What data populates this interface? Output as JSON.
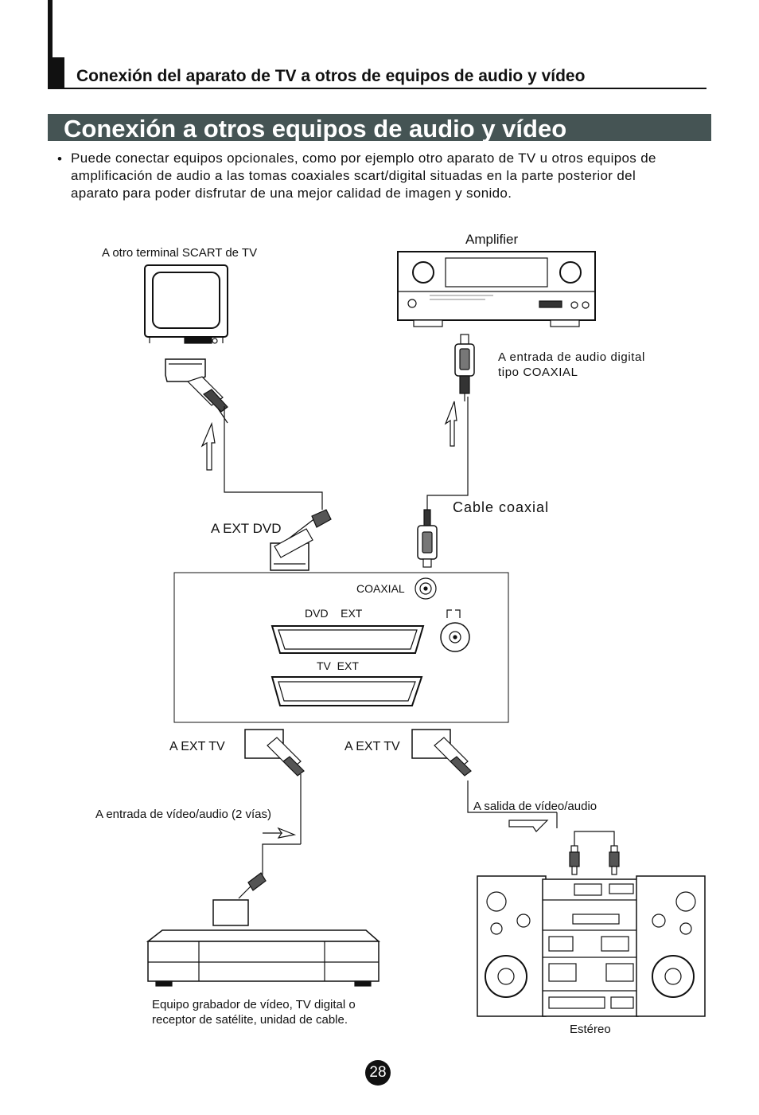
{
  "header": {
    "section_title": "Conexión del aparato de TV a otros de equipos de audio y vídeo",
    "page_title": "Conexión a otros equipos de audio y vídeo"
  },
  "intro": {
    "bullet": "•",
    "text": "Puede conectar equipos opcionales, como por ejemplo otro aparato de TV u otros equipos de amplificación de audio a las tomas coaxiales scart/digital situadas en la parte posterior del aparato para poder disfrutar de una mejor calidad de imagen y sonido."
  },
  "labels": {
    "tv_scart": "A otro terminal SCART de TV",
    "amplifier": "Amplifier",
    "digital_audio_in": "A entrada de audio digital\ntipo COAXIAL",
    "coax_cable": "Cable coaxial",
    "ext_dvd": "A EXT DVD",
    "coaxial_jack": "COAXIAL",
    "dvd_ext": "DVD    EXT",
    "tv_ext": "TV  EXT",
    "ext_tv_left": "A EXT TV",
    "ext_tv_right": "A EXT TV",
    "av_input": "A entrada de vídeo/audio (2 vías)",
    "av_output": "A salida de vídeo/audio",
    "recorder": "Equipo grabador de vídeo, TV digital o\nreceptor de satélite, unidad de cable.",
    "stereo": "Estéreo"
  },
  "footer": {
    "page_number": "28"
  },
  "colors": {
    "banner": "#455454",
    "ink": "#111111"
  }
}
